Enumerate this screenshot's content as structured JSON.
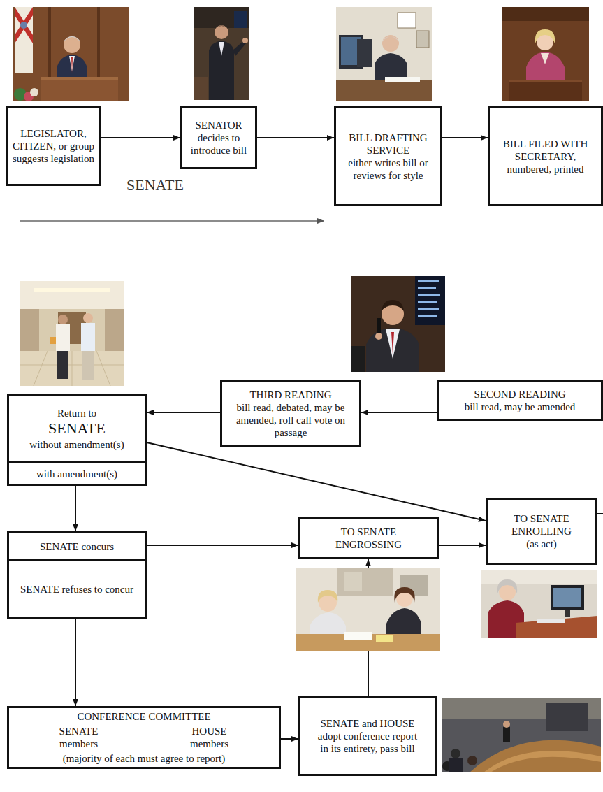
{
  "diagram": {
    "nodes": [
      {
        "text": [
          "LEGISLATOR, CITIZEN, or group suggests legislation"
        ]
      },
      {
        "text": [
          "SENATOR decides to introduce bill"
        ]
      },
      {
        "text": [
          "BILL DRAFTING SERVICE",
          "either writes bill or reviews for style"
        ]
      },
      {
        "text": [
          "BILL FILED WITH SECRETARY,",
          "numbered, printed"
        ]
      },
      {
        "text": [
          "SECOND READING",
          "bill read, may be amended"
        ]
      },
      {
        "text": [
          "THIRD READING",
          "bill read, debated, may be amended, roll call vote on passage"
        ]
      },
      {
        "text": [
          "Return to",
          "SENATE",
          "without amendment(s)",
          "with amendment(s)"
        ]
      },
      {
        "text": [
          "SENATE concurs",
          "SENATE refuses to concur"
        ]
      },
      {
        "text": [
          "TO SENATE ENGROSSING"
        ]
      },
      {
        "text": [
          "TO SENATE ENROLLING",
          "(as act)"
        ]
      },
      {
        "text": [
          "CONFERENCE COMMITTEE",
          "SENATE members",
          "HOUSE members",
          "(majority of each must agree to report)"
        ]
      },
      {
        "text": [
          "SENATE and HOUSE adopt conference report in its entirety, pass bill"
        ]
      }
    ],
    "edges": [
      {
        "from": 0,
        "to": 1,
        "arrow": "to"
      },
      {
        "from": 1,
        "to": 2,
        "arrow": "to"
      },
      {
        "from": 2,
        "to": 3,
        "arrow": "to"
      },
      {
        "from": 4,
        "to": 5,
        "arrow": "to"
      },
      {
        "from": 5,
        "to": 6,
        "arrow": "to"
      },
      {
        "from": 6,
        "to": 9,
        "arrow": "to"
      },
      {
        "from": 6,
        "to": 7,
        "arrow": "to"
      },
      {
        "from": 7,
        "to": 8,
        "arrow": "to"
      },
      {
        "from": 8,
        "to": 9,
        "arrow": "to"
      },
      {
        "from": 7,
        "to": 10,
        "arrow": "to"
      },
      {
        "from": 10,
        "to": 11,
        "arrow": "to"
      },
      {
        "from": 11,
        "to": 8,
        "arrow": "to"
      }
    ],
    "labels": [
      "SENATE"
    ]
  }
}
